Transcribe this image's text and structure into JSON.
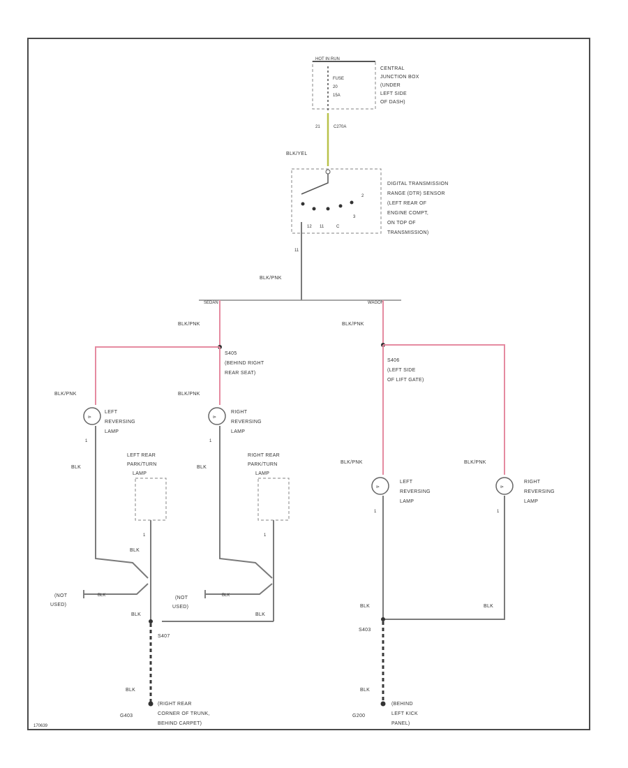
{
  "labels": {
    "hot_source": "HOT IN RUN",
    "junction_box": [
      "CENTRAL",
      "JUNCTION BOX",
      "(UNDER",
      "LEFT SIDE",
      "OF DASH)"
    ],
    "fuse": [
      "FUSE",
      "20",
      "15A"
    ],
    "wire_in_conn": "C270A",
    "wire_in_pin": "21",
    "wire_bk_yel": "BLK/YEL",
    "sensor": [
      "DIGITAL TRANSMISSION",
      "RANGE (DTR) SENSOR",
      "(LEFT REAR OF",
      "ENGINE COMPT,",
      "ON TOP OF",
      "TRANSMISSION)"
    ],
    "sensor_pin_out": "11",
    "sensor_pins": [
      "2",
      "3",
      "12",
      "11",
      "C"
    ],
    "wire_bk_pnk_main": "BLK/PNK",
    "sedan": "SEDAN",
    "wagon": "WAGON",
    "left_bk_pnk": "BLK/PNK",
    "right_bk_pnk": "BLK/PNK",
    "splice_sedan": [
      "S405",
      "(BEHIND RIGHT",
      "REAR SEAT)"
    ],
    "splice_wagon": [
      "S406",
      "(LEFT SIDE",
      "OF LIFT GATE)"
    ],
    "lamp_l1_wire": "BLK/PNK",
    "lamp_l1": [
      "LEFT",
      "REVERSING",
      "LAMP"
    ],
    "lamp_r1_wire": "BLK/PNK",
    "lamp_r1": [
      "RIGHT",
      "REVERSING",
      "LAMP"
    ],
    "lamp_l2_wire": "BLK/PNK",
    "lamp_l2": [
      "LEFT",
      "REVERSING",
      "LAMP"
    ],
    "lamp_r2_wire": "BLK/PNK",
    "lamp_r2": [
      "RIGHT",
      "REVERSING",
      "LAMP"
    ],
    "pin_one": "1",
    "blk": "BLK",
    "park_l": [
      "LEFT REAR",
      "PARK/TURN",
      "LAMP"
    ],
    "park_r": [
      "RIGHT REAR",
      "PARK/TURN",
      "LAMP"
    ],
    "not_used": [
      "(NOT",
      "USED)"
    ],
    "splice_bottom_l": "S407",
    "splice_bottom_r": "S403",
    "ground_l_id": "G403",
    "ground_l": [
      "(RIGHT REAR",
      "CORNER OF TRUNK,",
      "BEHIND CARPET)"
    ],
    "ground_r_id": "G200",
    "ground_r": [
      "(BEHIND",
      "LEFT KICK",
      "PANEL)"
    ],
    "figure_id": "170639"
  }
}
